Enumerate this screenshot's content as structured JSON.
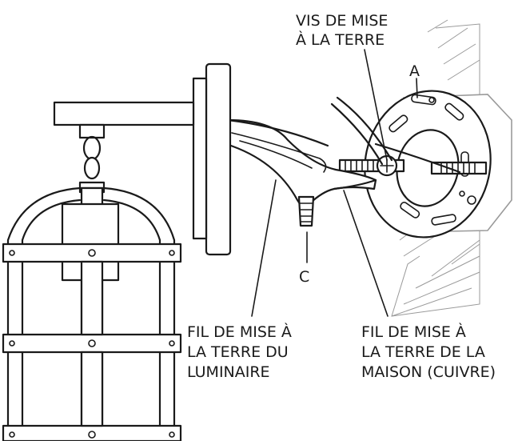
{
  "labels": {
    "screw_line1": "VIS DE MISE",
    "screw_line2": "À LA TERRE",
    "a": "A",
    "c": "C",
    "fixture_line1": "FIL DE MISE À",
    "fixture_line2": "LA TERRE DU",
    "fixture_line3": "LUMINAIRE",
    "house_line1": "FIL DE MISE À",
    "house_line2": "LA TERRE DE LA",
    "house_line3": "MAISON (CUIVRE)"
  },
  "colors": {
    "ink": "#1a1a1a",
    "wall_hatch": "#9a9a9a",
    "background": "#ffffff"
  }
}
